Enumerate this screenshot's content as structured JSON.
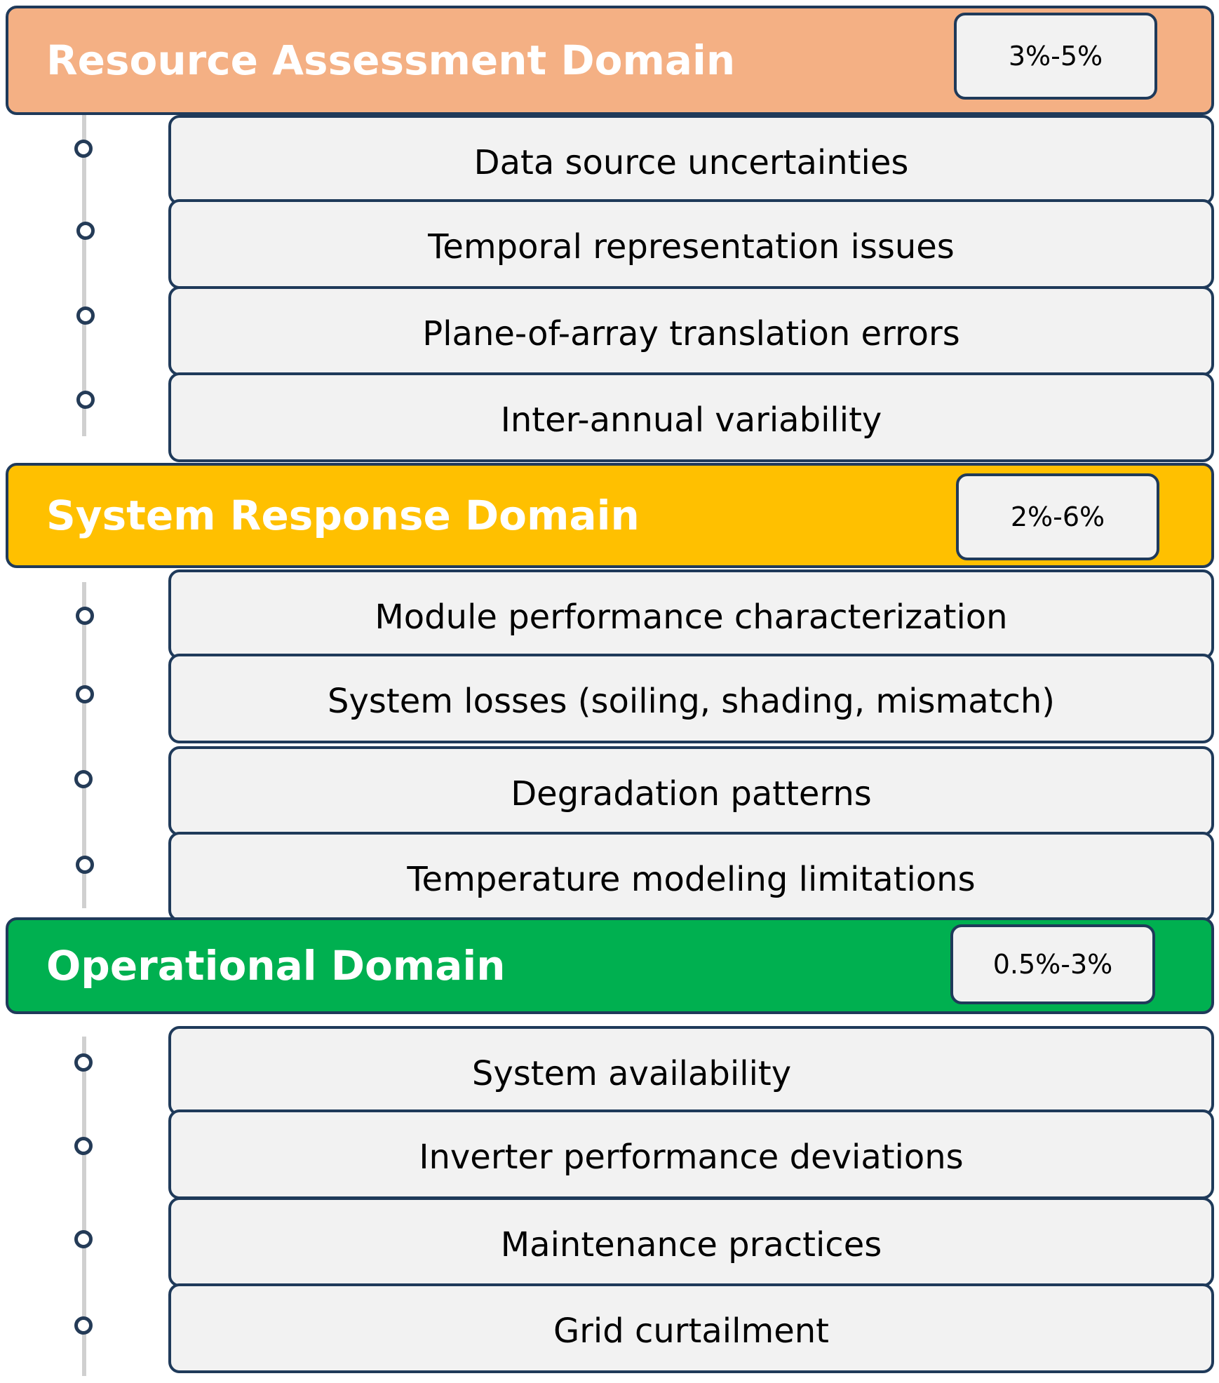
{
  "domains": [
    {
      "title": "Resource Assessment Domain",
      "range": "3%-5%",
      "color": "#f4b084",
      "items": [
        "Data source uncertainties",
        "Temporal representation issues",
        "Plane-of-array translation errors",
        "Inter-annual variability"
      ]
    },
    {
      "title": "System Response Domain",
      "range": "2%-6%",
      "color": "#ffc000",
      "items": [
        "Module performance characterization",
        "System losses (soiling, shading, mismatch)",
        "Degradation patterns",
        "Temperature modeling limitations"
      ]
    },
    {
      "title": "Operational Domain",
      "range": "0.5%-3%",
      "color": "#00b050",
      "items": [
        "System availability",
        "Inverter performance deviations",
        "Maintenance practices",
        "Grid curtailment"
      ]
    }
  ]
}
